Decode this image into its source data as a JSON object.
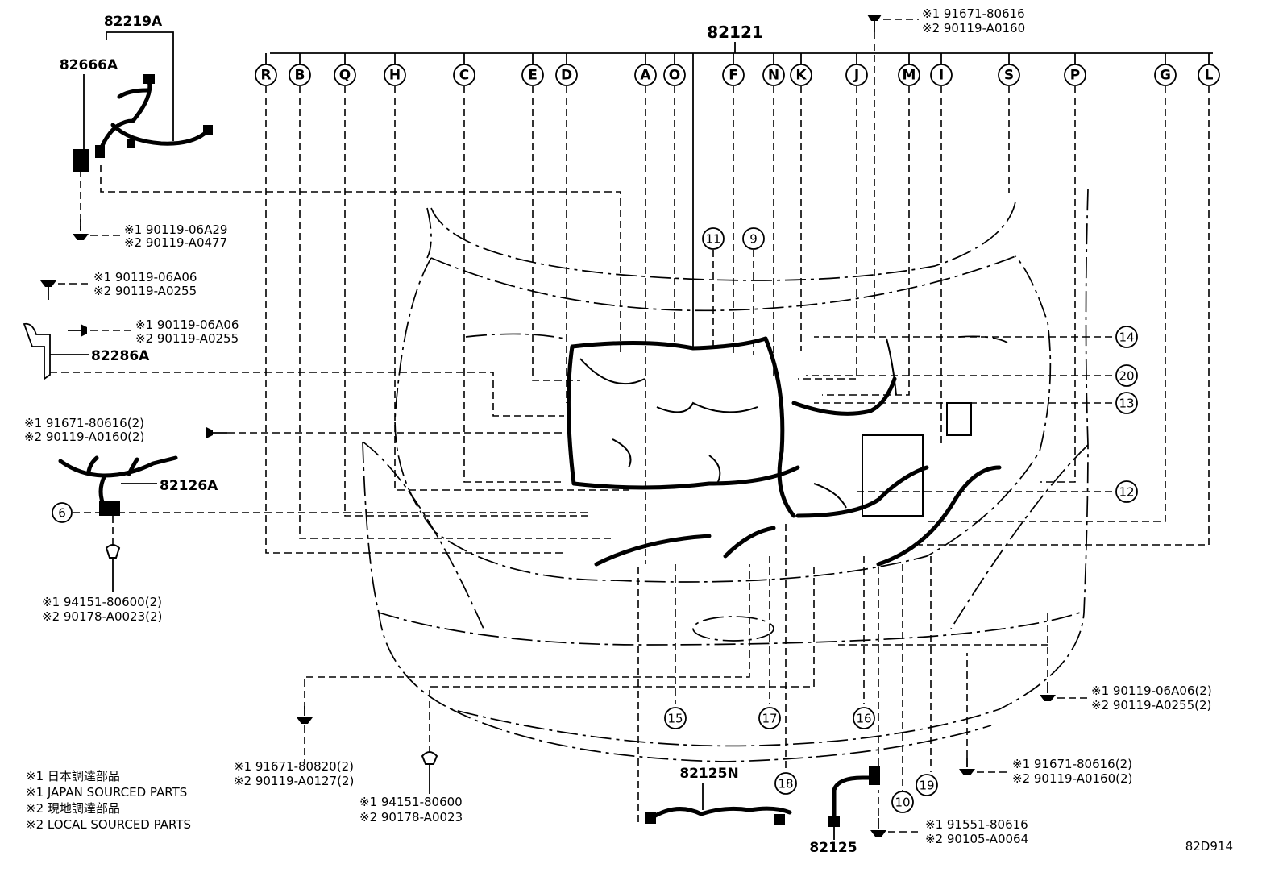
{
  "diagram_id": "82D914",
  "main_part": "82121",
  "top_letters": [
    "R",
    "B",
    "Q",
    "H",
    "C",
    "E",
    "D",
    "A",
    "O",
    "F",
    "N",
    "K",
    "J",
    "M",
    "I",
    "S",
    "P",
    "G",
    "L"
  ],
  "side_callouts": [
    "14",
    "20",
    "13",
    "12"
  ],
  "inner_callouts": [
    "11",
    "9"
  ],
  "bottom_callouts": [
    "15",
    "17",
    "16",
    "18",
    "19",
    "10"
  ],
  "left_callout": "6",
  "parts": {
    "p82219A": "82219A",
    "p82666A": "82666A",
    "p82286A": "82286A",
    "p82126A": "82126A",
    "p82125N": "82125N",
    "p82125": "82125"
  },
  "fasteners": {
    "f_top": [
      "※1 91671-80616",
      "※2 90119-A0160"
    ],
    "f_82666A": [
      "※1 90119-06A29",
      "※2 90119-A0477"
    ],
    "f_l1": [
      "※1 90119-06A06",
      "※2 90119-A0255"
    ],
    "f_l2": [
      "※1 90119-06A06",
      "※2 90119-A0255"
    ],
    "f_l3": [
      "※1 91671-80616(2)",
      "※2 90119-A0160(2)"
    ],
    "f_l4": [
      "※1 94151-80600(2)",
      "※2 90178-A0023(2)"
    ],
    "f_b1": [
      "※1 91671-80820(2)",
      "※2 90119-A0127(2)"
    ],
    "f_b2": [
      "※1 94151-80600",
      "※2 90178-A0023"
    ],
    "f_r1": [
      "※1 90119-06A06(2)",
      "※2 90119-A0255(2)"
    ],
    "f_r2": [
      "※1 91671-80616(2)",
      "※2 90119-A0160(2)"
    ],
    "f_b3": [
      "※1 91551-80616",
      "※2 90105-A0064"
    ]
  },
  "legend": [
    "※1 日本調達部品",
    "※1 JAPAN SOURCED PARTS",
    "※2 現地調達部品",
    "※2 LOCAL SOURCED PARTS"
  ]
}
